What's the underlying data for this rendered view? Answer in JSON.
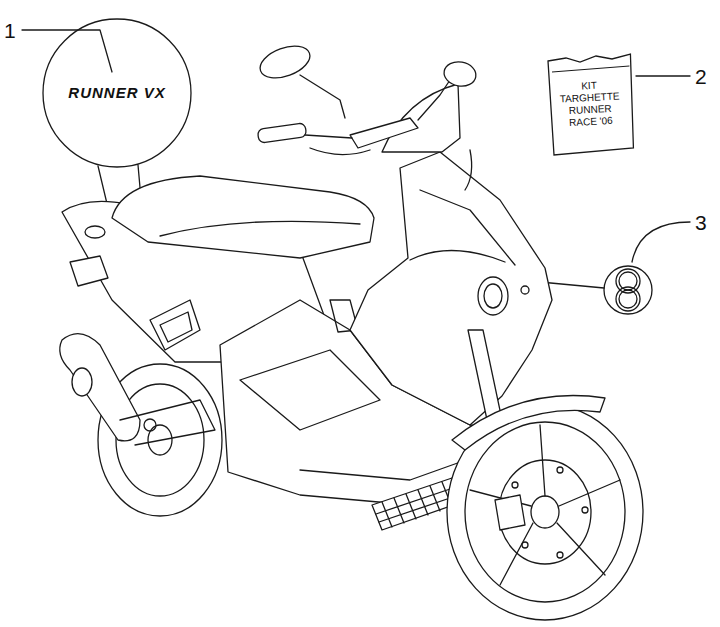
{
  "diagram": {
    "nodes": [
      {
        "text": [
          "RUNNER VX"
        ]
      },
      {
        "text": [
          "KIT TARGHETTE RUNNER RACE '06"
        ]
      }
    ],
    "labels": [
      "1",
      "2",
      "3"
    ]
  }
}
